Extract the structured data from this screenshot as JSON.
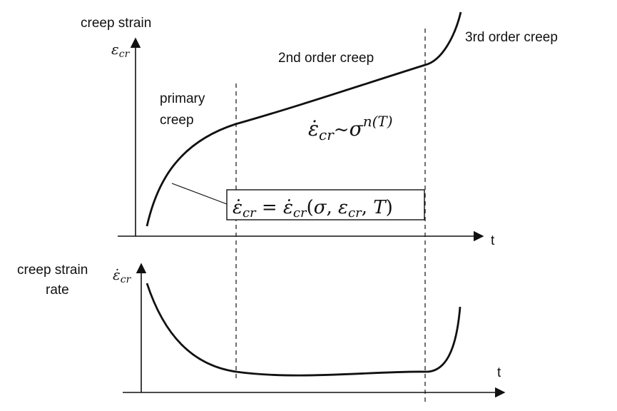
{
  "colors": {
    "ink": "#111111",
    "background": "#ffffff"
  },
  "top_plot": {
    "y_axis_label": "creep strain",
    "y_symbol": "εcr",
    "x_axis_label": "t"
  },
  "bottom_plot": {
    "y_axis_label_line1": "creep strain",
    "y_axis_label_line2": "rate",
    "y_symbol": "ε̇cr",
    "x_axis_label": "t"
  },
  "stages": {
    "primary_line1": "primary",
    "primary_line2": "creep",
    "secondary": "2nd order creep",
    "tertiary": "3rd order creep"
  },
  "equations": {
    "secondary_rate": "ε̇cr~σn(T)",
    "constitutive": "ε̇cr = ε̇cr(σ, εcr, T)"
  }
}
